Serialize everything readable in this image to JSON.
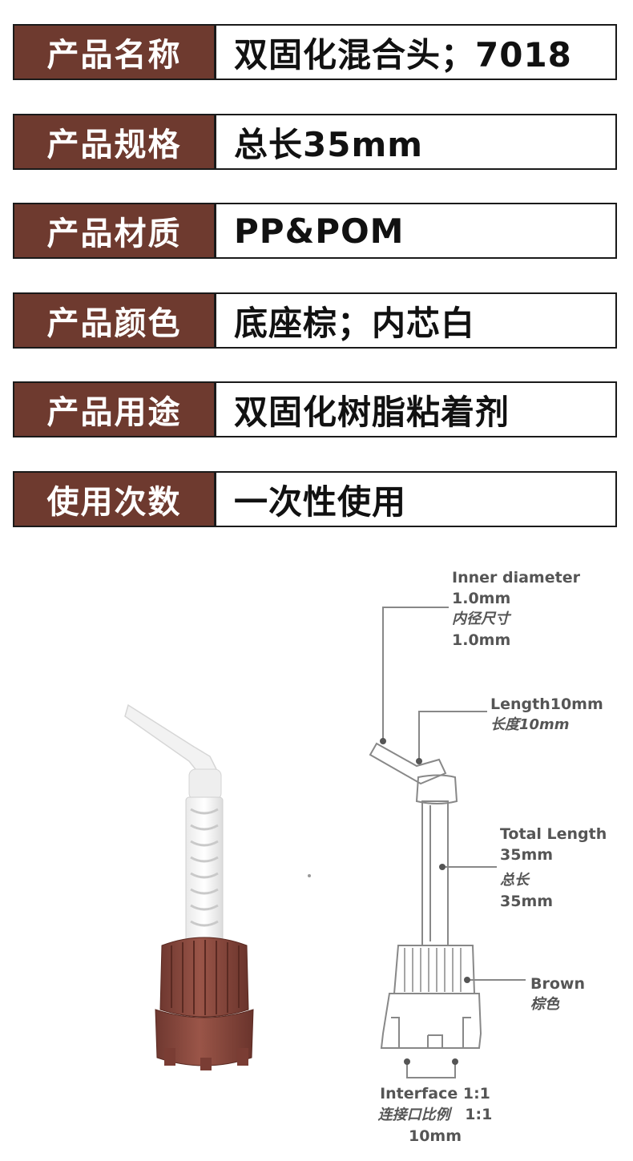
{
  "specs": [
    {
      "label": "产品名称",
      "value": "双固化混合头；7018"
    },
    {
      "label": "产品规格",
      "value": "总长35mm"
    },
    {
      "label": "产品材质",
      "value": "PP&POM"
    },
    {
      "label": "产品颜色",
      "value": "底座棕；内芯白"
    },
    {
      "label": "产品用途",
      "value": "双固化树脂粘着剂"
    },
    {
      "label": "使用次数",
      "value": "一次性使用"
    }
  ],
  "diagram": {
    "inner_diameter": {
      "en": "Inner diameter",
      "en_value": "1.0mm",
      "cn": "内径尺寸",
      "cn_value": "1.0mm"
    },
    "length": {
      "en": "Length10mm",
      "cn": "长度10mm"
    },
    "total_length": {
      "en": "Total Length",
      "en_value": "35mm",
      "cn": "总长",
      "cn_value": "35mm"
    },
    "color": {
      "en": "Brown",
      "cn": "棕色"
    },
    "interface": {
      "en": "Interface 1:1",
      "cn": "连接口比例",
      "cn_ratio": "1:1",
      "value": "10mm"
    }
  },
  "colors": {
    "label_bg": "#6e3a2f",
    "base_brown": "#8a4a3e",
    "border": "#1a1a1a"
  }
}
